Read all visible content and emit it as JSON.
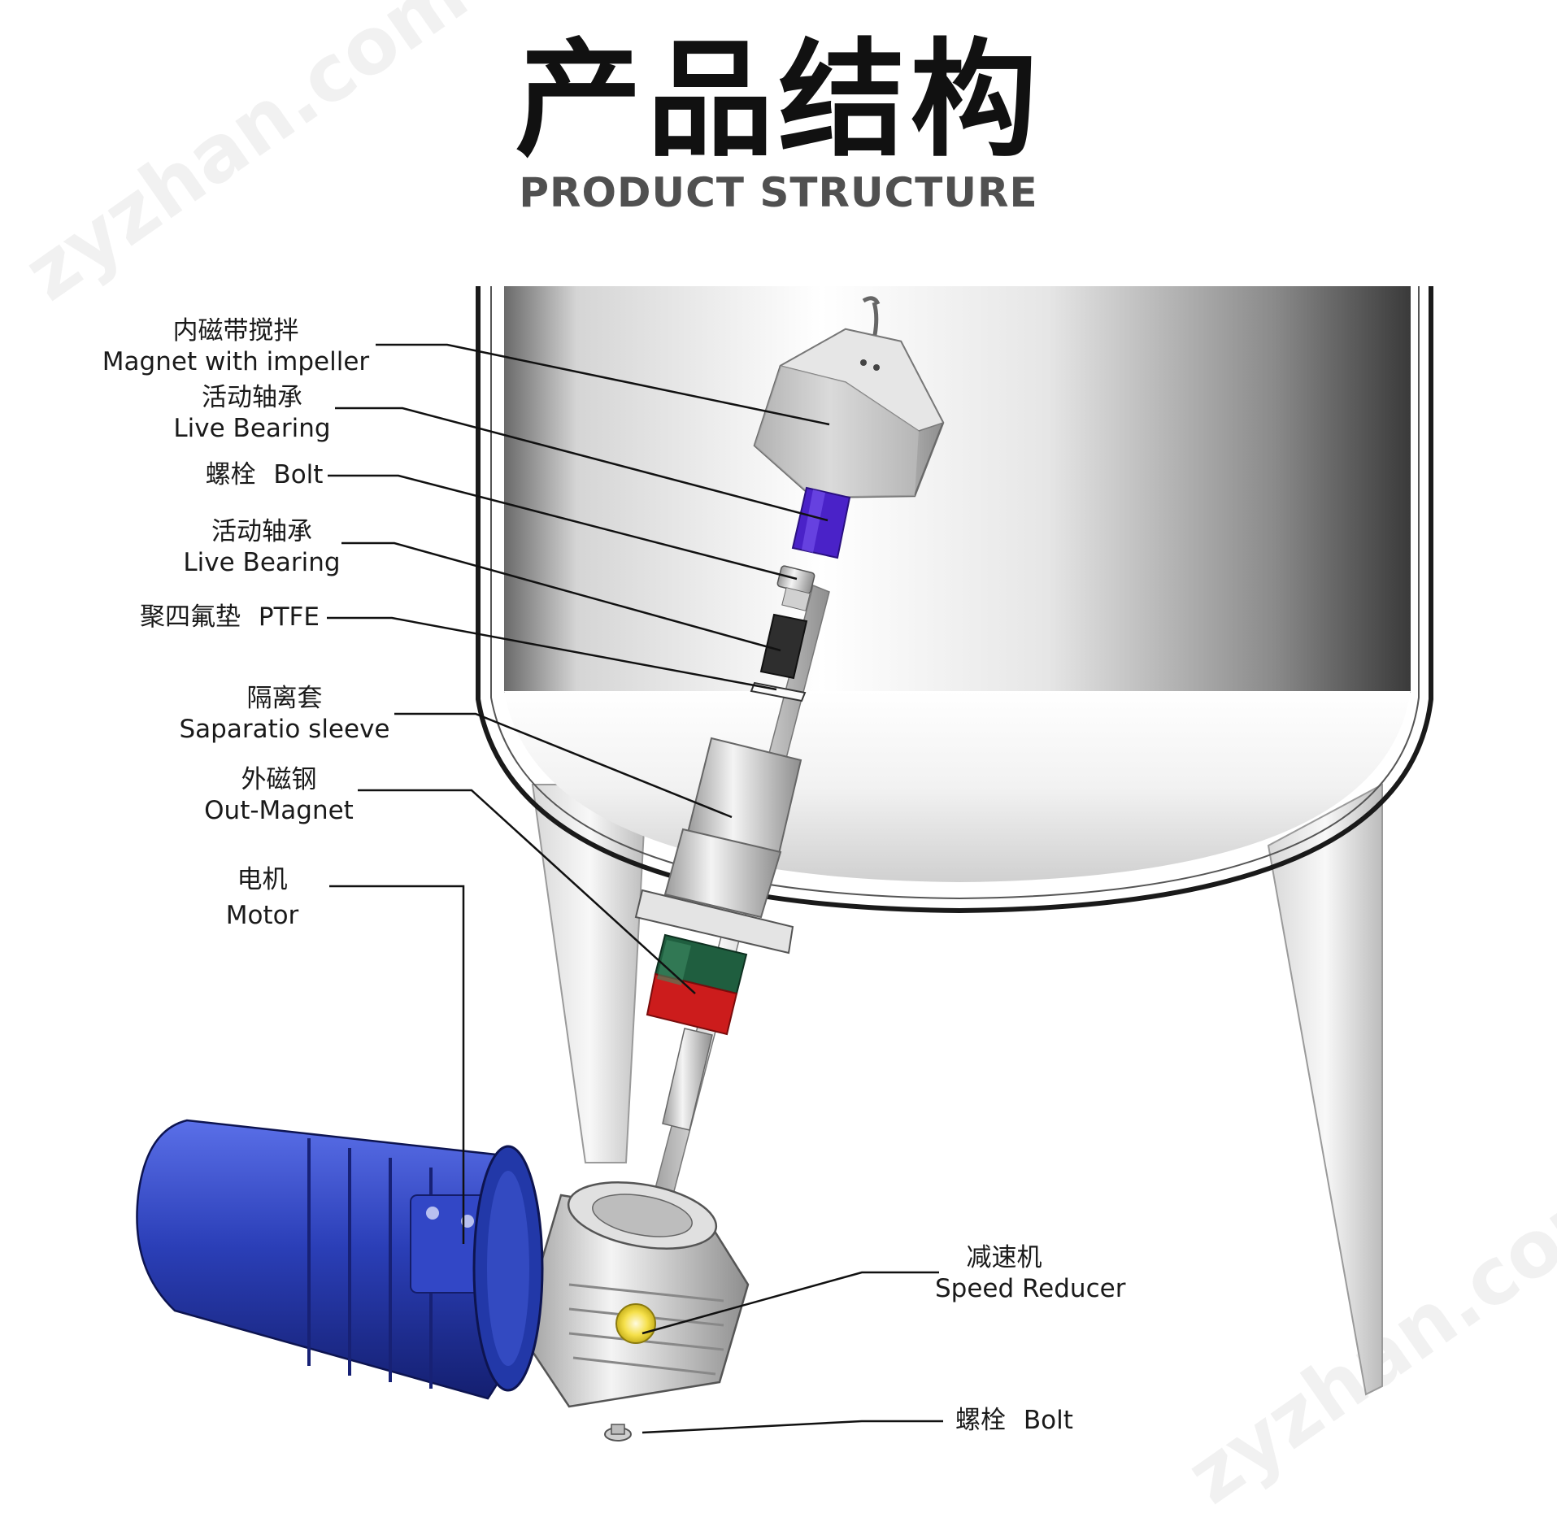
{
  "header": {
    "title_cn": "产品结构",
    "title_en": "PRODUCT STRUCTURE"
  },
  "watermark": "zyzhan.com",
  "labels": [
    {
      "id": "magnet-impeller",
      "cn": "内磁带搅拌",
      "en": "Magnet with impeller"
    },
    {
      "id": "live-bearing-1",
      "cn": "活动轴承",
      "en": "Live Bearing"
    },
    {
      "id": "bolt-1",
      "cn": "螺栓",
      "en": "Bolt"
    },
    {
      "id": "live-bearing-2",
      "cn": "活动轴承",
      "en": "Live Bearing"
    },
    {
      "id": "ptfe",
      "cn": "聚四氟垫",
      "en": "PTFE"
    },
    {
      "id": "separation-sleeve",
      "cn": "隔离套",
      "en": "Saparatio sleeve"
    },
    {
      "id": "out-magnet",
      "cn": "外磁钢",
      "en": "Out-Magnet"
    },
    {
      "id": "motor",
      "cn": "电机",
      "en": "Motor"
    },
    {
      "id": "speed-reducer",
      "cn": "减速机",
      "en": "Speed Reducer"
    },
    {
      "id": "bolt-2",
      "cn": "螺栓",
      "en": "Bolt"
    }
  ],
  "colors": {
    "motor_blue": "#2b3fb8",
    "bearing_purple": "#4a22c8",
    "out_magnet_green": "#1f5e3f",
    "out_magnet_red": "#cc1c1c",
    "reducer_light": "#f5e04a",
    "steel": "#c8c8c8",
    "leader_line": "#111111"
  }
}
